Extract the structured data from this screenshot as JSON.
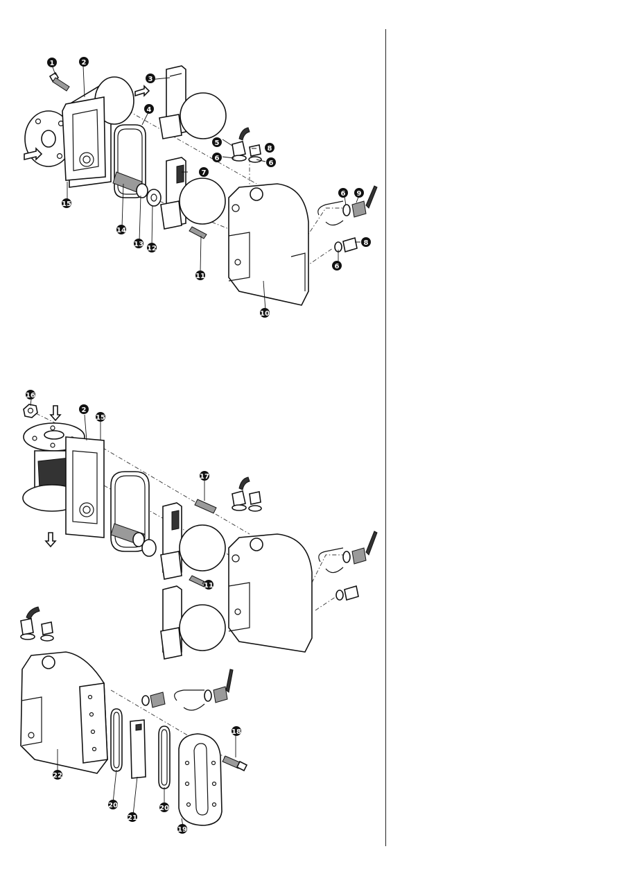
{
  "part_labels": {
    "p1": "1",
    "p2": "2",
    "p3": "3",
    "p4": "4",
    "p5": "5",
    "p6": "6",
    "p7": "7",
    "p8": "8",
    "p9": "9",
    "p10": "10",
    "p11": "11",
    "p12": "12",
    "p13": "13",
    "p14": "14",
    "p15": "15",
    "p16": "16",
    "p17": "17",
    "p18": "18",
    "p19": "19",
    "p20": "20",
    "p21": "21",
    "p22": "22"
  },
  "icons": {
    "flow_arrow": "flow-arrow-icon"
  },
  "colors": {
    "ink": "#111111",
    "paper": "#ffffff",
    "badge": "#111111"
  }
}
